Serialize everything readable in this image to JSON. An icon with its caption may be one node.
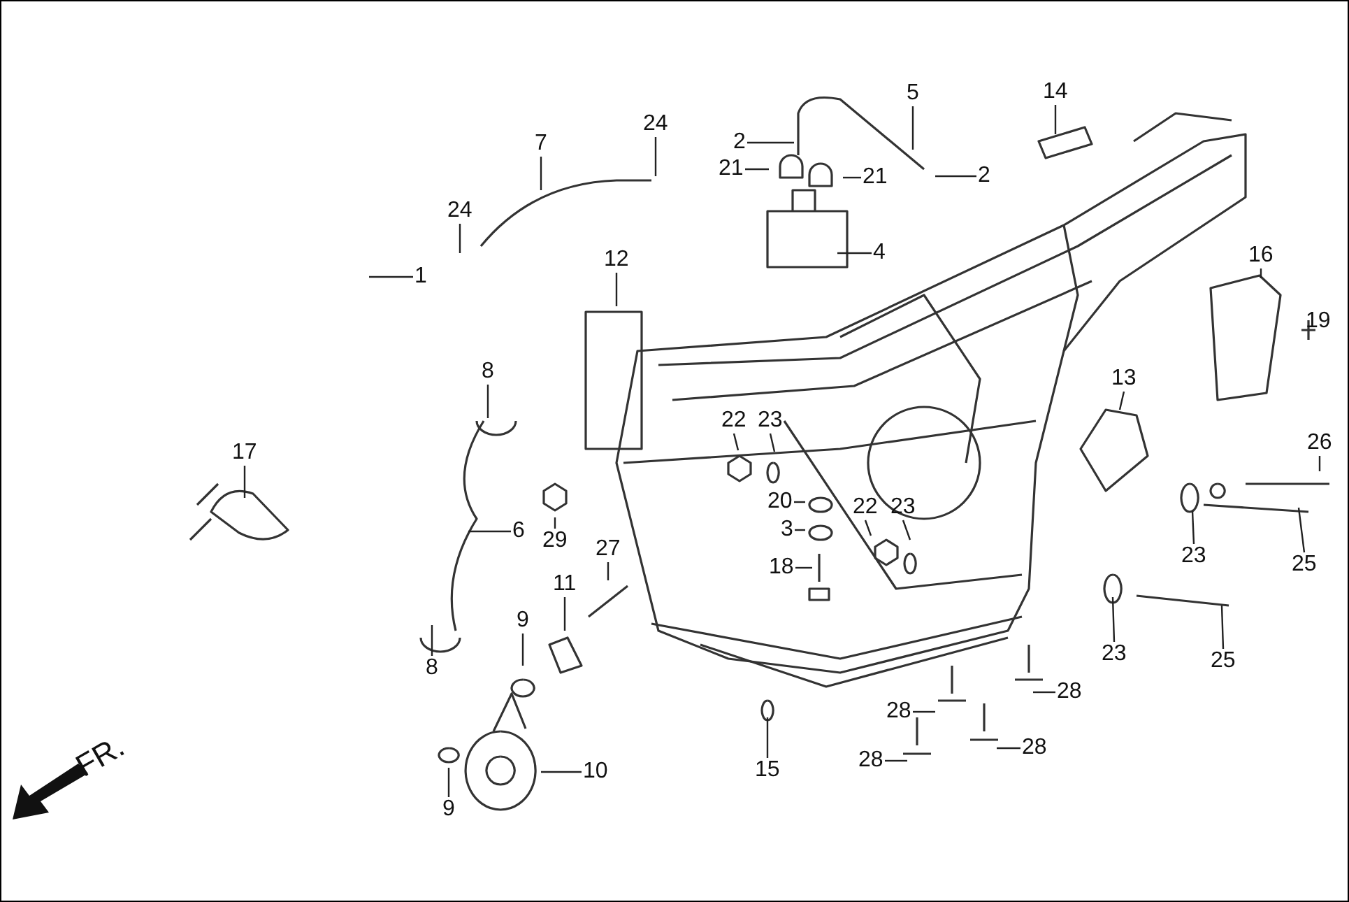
{
  "diagram": {
    "nodes": [
      {
        "text": [
          "1"
        ]
      },
      {
        "text": [
          "2"
        ]
      },
      {
        "text": [
          "2"
        ]
      },
      {
        "text": [
          "24"
        ]
      },
      {
        "text": [
          "7"
        ]
      },
      {
        "text": [
          "24"
        ]
      },
      {
        "text": [
          "21"
        ]
      },
      {
        "text": [
          "21"
        ]
      },
      {
        "text": [
          "5"
        ]
      },
      {
        "text": [
          "14"
        ]
      },
      {
        "text": [
          "4"
        ]
      },
      {
        "text": [
          "12"
        ]
      },
      {
        "text": [
          "16"
        ]
      },
      {
        "text": [
          "13"
        ]
      },
      {
        "text": [
          "8"
        ]
      },
      {
        "text": [
          "17"
        ]
      },
      {
        "text": [
          "26"
        ]
      },
      {
        "text": [
          "22"
        ]
      },
      {
        "text": [
          "23"
        ]
      },
      {
        "text": [
          "6"
        ]
      },
      {
        "text": [
          "29"
        ]
      },
      {
        "text": [
          "20"
        ]
      },
      {
        "text": [
          "3"
        ]
      },
      {
        "text": [
          "22"
        ]
      },
      {
        "text": [
          "23"
        ]
      },
      {
        "text": [
          "27"
        ]
      },
      {
        "text": [
          "18"
        ]
      },
      {
        "text": [
          "23"
        ]
      },
      {
        "text": [
          "25"
        ]
      },
      {
        "text": [
          "11"
        ]
      },
      {
        "text": [
          "9"
        ]
      },
      {
        "text": [
          "8"
        ]
      },
      {
        "text": [
          "23"
        ]
      },
      {
        "text": [
          "25"
        ]
      },
      {
        "text": [
          "28"
        ]
      },
      {
        "text": [
          "28"
        ]
      },
      {
        "text": [
          "15"
        ]
      },
      {
        "text": [
          "10"
        ]
      },
      {
        "text": [
          "9"
        ]
      },
      {
        "text": [
          "28"
        ]
      },
      {
        "text": [
          "28"
        ]
      }
    ],
    "edges": [
      {
        "from": 0,
        "to": null,
        "arrow": "none"
      },
      {
        "from": 1,
        "to": null,
        "arrow": "none"
      },
      {
        "from": 2,
        "to": null,
        "arrow": "none"
      },
      {
        "from": 3,
        "to": null,
        "arrow": "none"
      },
      {
        "from": 4,
        "to": null,
        "arrow": "none"
      },
      {
        "from": 5,
        "to": null,
        "arrow": "none"
      },
      {
        "from": 6,
        "to": null,
        "arrow": "none"
      },
      {
        "from": 7,
        "to": null,
        "arrow": "none"
      },
      {
        "from": 8,
        "to": null,
        "arrow": "none"
      },
      {
        "from": 9,
        "to": null,
        "arrow": "none"
      },
      {
        "from": 10,
        "to": null,
        "arrow": "none"
      },
      {
        "from": 11,
        "to": null,
        "arrow": "none"
      },
      {
        "from": 12,
        "to": null,
        "arrow": "none"
      },
      {
        "from": 13,
        "to": null,
        "arrow": "none"
      },
      {
        "from": 14,
        "to": null,
        "arrow": "none"
      },
      {
        "from": 15,
        "to": null,
        "arrow": "none"
      },
      {
        "from": 16,
        "to": null,
        "arrow": "none"
      },
      {
        "from": 17,
        "to": null,
        "arrow": "none"
      },
      {
        "from": 18,
        "to": null,
        "arrow": "none"
      },
      {
        "from": 19,
        "to": null,
        "arrow": "none"
      },
      {
        "from": 20,
        "to": null,
        "arrow": "none"
      },
      {
        "from": 21,
        "to": null,
        "arrow": "none"
      },
      {
        "from": 22,
        "to": null,
        "arrow": "none"
      },
      {
        "from": 23,
        "to": null,
        "arrow": "none"
      },
      {
        "from": 24,
        "to": null,
        "arrow": "none"
      },
      {
        "from": 25,
        "to": null,
        "arrow": "none"
      },
      {
        "from": 26,
        "to": null,
        "arrow": "none"
      },
      {
        "from": 27,
        "to": null,
        "arrow": "none"
      },
      {
        "from": 28,
        "to": null,
        "arrow": "none"
      },
      {
        "from": 29,
        "to": null,
        "arrow": "none"
      },
      {
        "from": 30,
        "to": null,
        "arrow": "none"
      },
      {
        "from": 31,
        "to": null,
        "arrow": "none"
      },
      {
        "from": 32,
        "to": null,
        "arrow": "none"
      },
      {
        "from": 33,
        "to": null,
        "arrow": "none"
      },
      {
        "from": 34,
        "to": null,
        "arrow": "none"
      },
      {
        "from": 35,
        "to": null,
        "arrow": "none"
      },
      {
        "from": 36,
        "to": null,
        "arrow": "none"
      },
      {
        "from": 37,
        "to": null,
        "arrow": "none"
      },
      {
        "from": 38,
        "to": null,
        "arrow": "none"
      },
      {
        "from": 39,
        "to": null,
        "arrow": "none"
      },
      {
        "from": 40,
        "to": null,
        "arrow": "none"
      }
    ],
    "labels": [
      "19",
      "FR."
    ]
  }
}
